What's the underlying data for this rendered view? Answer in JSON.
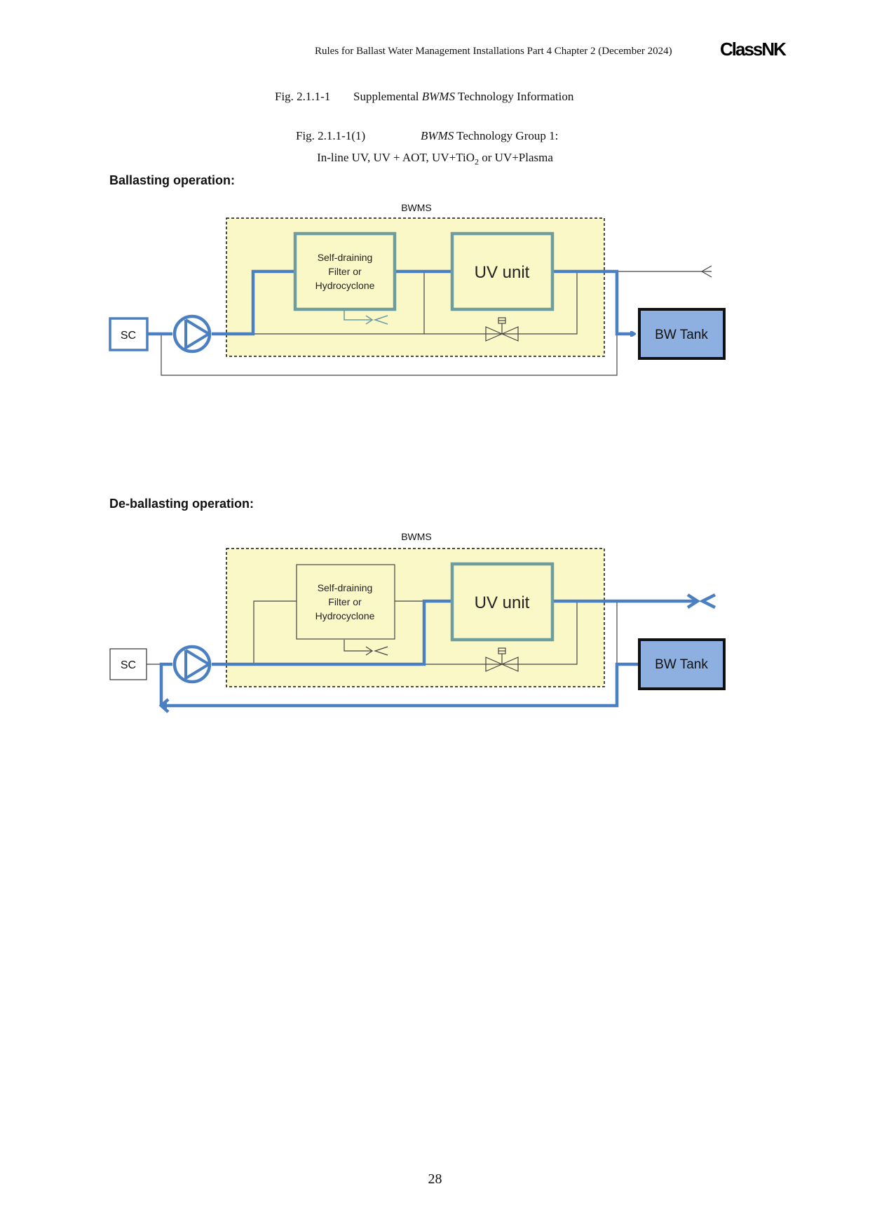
{
  "header": {
    "running_title": "Rules for Ballast Water Management Installations Part 4 Chapter 2 (December 2024)",
    "logo_text": "ClassNK"
  },
  "figure": {
    "number": "Fig. 2.1.1-1",
    "title_pre": "Supplemental ",
    "title_italic": "BWMS",
    "title_post": " Technology Information",
    "sub_number": "Fig. 2.1.1-1(1)",
    "sub_italic": "BWMS",
    "sub_post": " Technology Group 1:",
    "sub_line2_pre": "In-line UV, UV + AOT, UV+TiO",
    "sub_line2_sub": "2",
    "sub_line2_post": " or UV+Plasma"
  },
  "ballasting": {
    "heading": "Ballasting operation:",
    "bwms_label": "BWMS",
    "filter_lines": [
      "Self-draining",
      "Filter or",
      "Hydrocyclone"
    ],
    "uv_label": "UV unit",
    "sc_label": "SC",
    "tank_label": "BW Tank"
  },
  "deballasting": {
    "heading": "De-ballasting operation:",
    "bwms_label": "BWMS",
    "filter_lines": [
      "Self-draining",
      "Filter or",
      "Hydrocyclone"
    ],
    "uv_label": "UV unit",
    "sc_label": "SC",
    "tank_label": "BW Tank"
  },
  "colors": {
    "flow_blue": "#4a7fc1",
    "unit_border": "#6f9c9e",
    "bwms_fill": "#fbf8c8",
    "tank_fill": "#8eb0e0"
  },
  "footer": {
    "page_number": "28"
  }
}
